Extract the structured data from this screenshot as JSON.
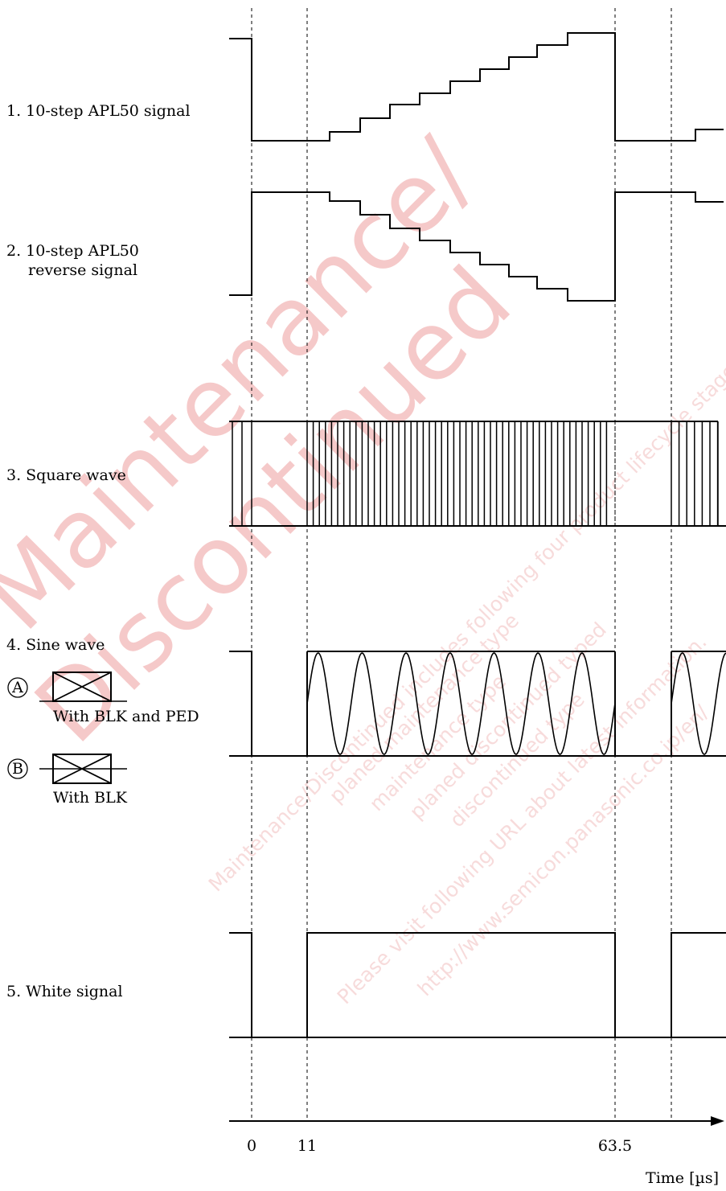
{
  "signals": {
    "s1": "1. 10-step APL50 signal",
    "s2_line1": "2. 10-step APL50",
    "s2_line2": "reverse signal",
    "s3": "3. Square wave",
    "s4": "4. Sine wave",
    "s5": "5. White signal"
  },
  "legend": {
    "a_marker": "A",
    "a_label": "With BLK and PED",
    "b_marker": "B",
    "b_label": "With BLK"
  },
  "axis": {
    "ticks": [
      "0",
      "11",
      "63.5"
    ],
    "unit_label": "Time [µs]"
  },
  "watermark": {
    "big1": "Maintenance/",
    "big2": "Discontinued",
    "small": [
      "Maintenance/Discontinued includes following four product lifecycle stage.",
      "planed maintenance type",
      "maintenance type",
      "planed discontinued typed",
      "discontinued type",
      "Please visit following URL about latest information.",
      "http://www.semicon.panasonic.co.jp/en/"
    ]
  },
  "colors": {
    "ink": "#000000",
    "watermark": "#f2b8b8"
  }
}
